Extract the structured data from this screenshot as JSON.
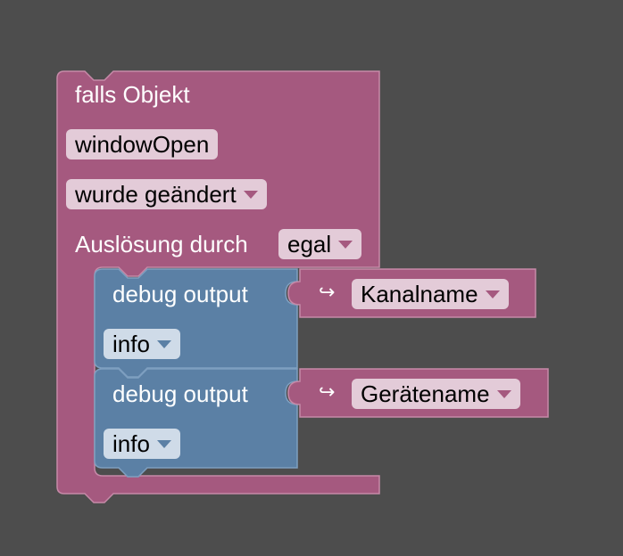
{
  "trigger": {
    "header": "falls Objekt",
    "object_id": "windowOpen",
    "condition": "wurde geändert",
    "source_label": "Auslösung durch",
    "source_value": "egal"
  },
  "statements": [
    {
      "label": "debug output",
      "level": "info",
      "value_icon": "return-arrow-icon",
      "value": "Kanalname"
    },
    {
      "label": "debug output",
      "level": "info",
      "value_icon": "return-arrow-icon",
      "value": "Gerätename"
    }
  ],
  "colors": {
    "background": "#4d4d4d",
    "trigger_block": "#a5597f",
    "debug_block": "#5b80a5",
    "field_pink": "#e3cbd8",
    "field_blue": "#cfdbe8"
  },
  "icons": {
    "return_arrow": "↪"
  }
}
